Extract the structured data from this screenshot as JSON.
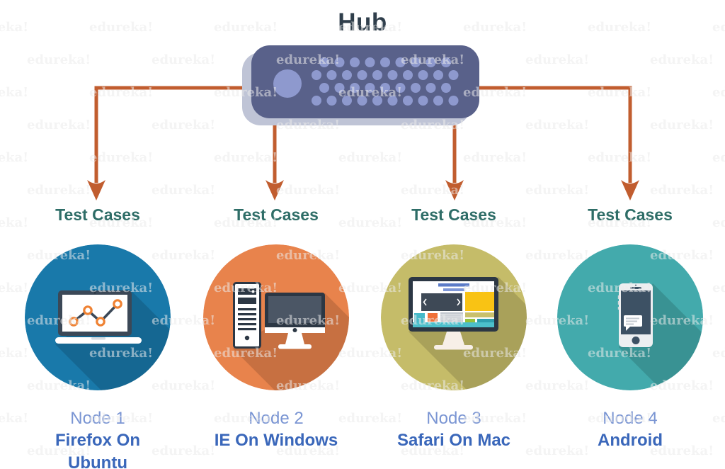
{
  "title": {
    "hub": "Hub"
  },
  "watermark": {
    "text": "edureka!"
  },
  "nodes": [
    {
      "test_cases_label": "Test Cases",
      "name": "Node 1",
      "platform": "Firefox On Ubuntu",
      "icon": "laptop-line-chart-icon"
    },
    {
      "test_cases_label": "Test Cases",
      "name": "Node 2",
      "platform": "IE On Windows",
      "icon": "desktop-computer-icon"
    },
    {
      "test_cases_label": "Test Cases",
      "name": "Node 3",
      "platform": "Safari On Mac",
      "icon": "monitor-webpage-icon"
    },
    {
      "test_cases_label": "Test Cases",
      "name": "Node 4",
      "platform": "Android",
      "icon": "smartphone-icon"
    }
  ],
  "colors": {
    "title_text": "#2f3e4b",
    "test_cases_text": "#2e6d67",
    "node_name_text": "#7a95d3",
    "platform_text": "#3a67ba",
    "arrow": "#c15d2f",
    "hub_body": "#59618a",
    "hub_dots": "#8e99ce",
    "hub_shadow": "#bfc4d6",
    "node1_bg": "#1979aa",
    "node2_bg": "#e8834c",
    "node3_bg": "#c5bc69",
    "node4_bg": "#43aaac",
    "icon_dark": "#2c3744",
    "laptop_frame": "#3b4857",
    "screen_slate": "#4b5665",
    "phone_screen": "#3d5164",
    "phone_body": "#edeff1",
    "stand_cream": "#f7efe7",
    "point_orange": "#ef8233",
    "ui_yellow": "#f9c314",
    "ui_orange": "#f07038",
    "ui_teal": "#45b9c9",
    "ui_teal_dark": "#2f9fb0",
    "ui_green": "#95c23e",
    "ui_olive": "#c9c06c",
    "ui_blue": "#5b7bc8",
    "ui_blue_light": "#7e97d8",
    "ui_gray": "#b6bcc4"
  }
}
